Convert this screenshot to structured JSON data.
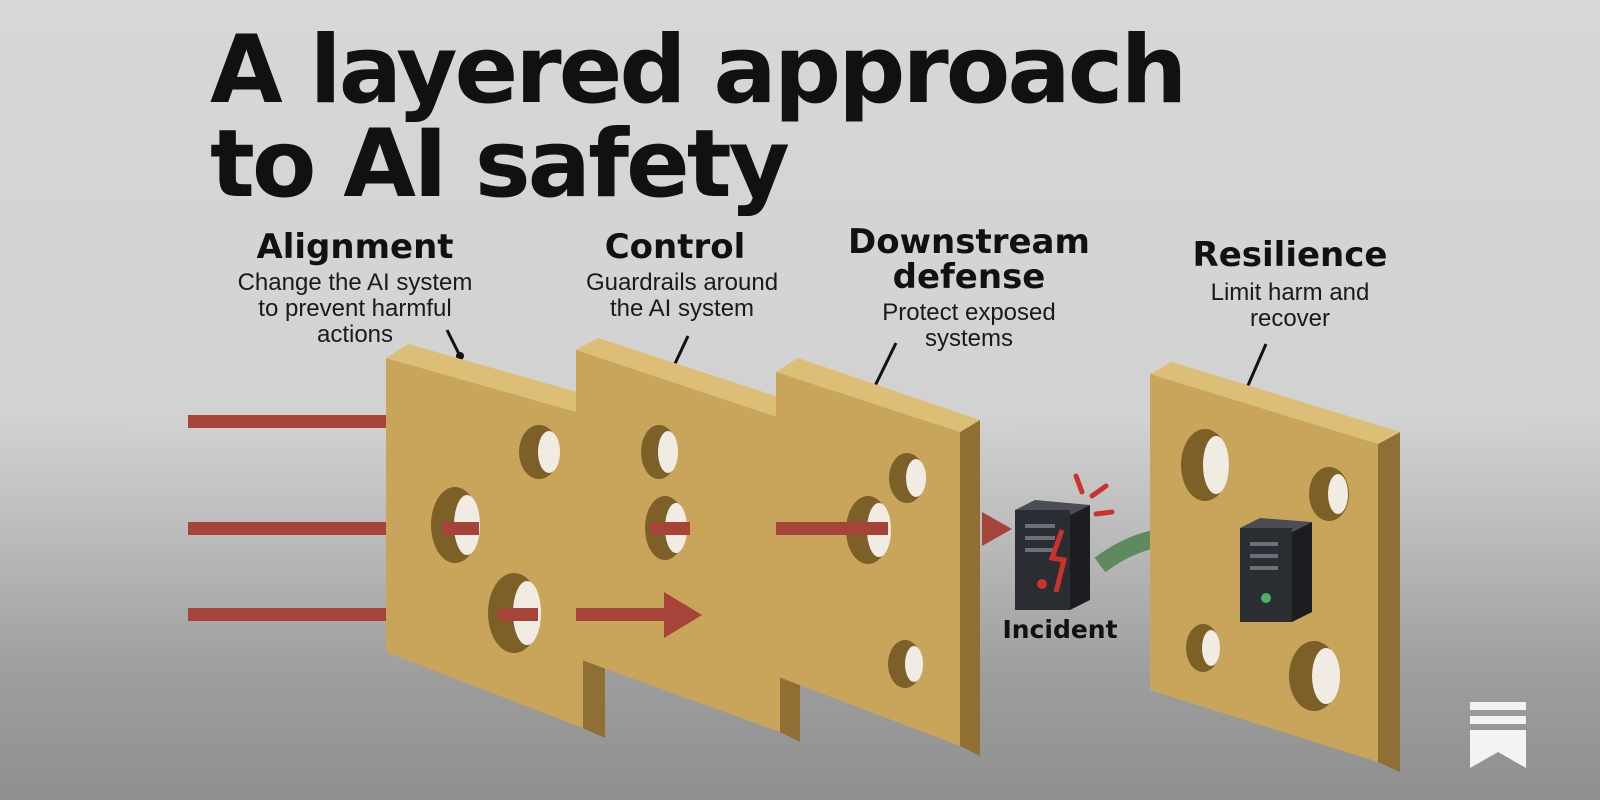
{
  "title": {
    "line1": "A layered approach",
    "line2": "to AI safety"
  },
  "layers": [
    {
      "heading": [
        "Alignment"
      ],
      "desc": [
        "Change the AI system",
        "to prevent harmful",
        "actions"
      ]
    },
    {
      "heading": [
        "Control"
      ],
      "desc": [
        "Guardrails around",
        "the AI system"
      ]
    },
    {
      "heading": [
        "Downstream",
        "defense"
      ],
      "desc": [
        "Protect exposed",
        "systems"
      ]
    },
    {
      "heading": [
        "Resilience"
      ],
      "desc": [
        "Limit harm and",
        "recover"
      ]
    }
  ],
  "incident": {
    "label": "Incident"
  },
  "colors": {
    "slice_front": "#c8a55a",
    "slice_top": "#dcbe77",
    "slice_side": "#8f6f33",
    "threat_arrow": "#a6443a",
    "recovery_arrow": "#5f8a5f",
    "server": "#2a2d31",
    "alert": "#c9332a"
  },
  "icons": [
    "substack-bookmark-icon",
    "server-icon",
    "broken-server-icon",
    "spark-icon"
  ]
}
